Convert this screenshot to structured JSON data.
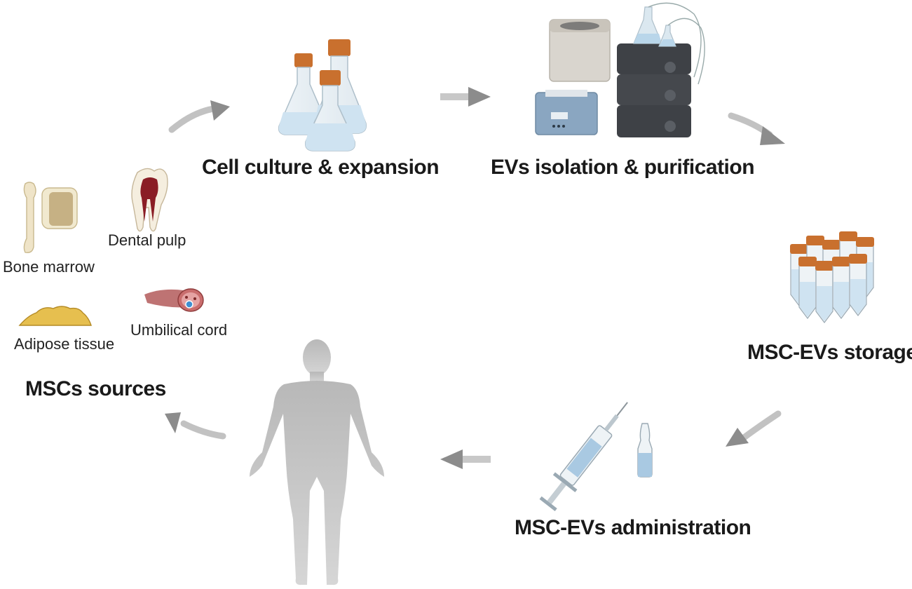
{
  "steps": {
    "sources": {
      "title": "MSCs sources"
    },
    "culture": {
      "title": "Cell culture & expansion"
    },
    "isolation": {
      "title": "EVs isolation & purification"
    },
    "storage": {
      "title": "MSC-EVs storage"
    },
    "administration": {
      "title": "MSC-EVs administration"
    }
  },
  "sources": [
    {
      "label": "Bone marrow",
      "icon": "bone-marrow-icon"
    },
    {
      "label": "Dental pulp",
      "icon": "tooth-icon"
    },
    {
      "label": "Adipose tissue",
      "icon": "adipose-tissue-icon"
    },
    {
      "label": "Umbilical cord",
      "icon": "umbilical-cord-icon"
    }
  ],
  "colors": {
    "arrow": "#8c8c8c",
    "cap": "#c9702e",
    "liquid": "#cfe3f1",
    "human": "#c4c4c4",
    "machine_dark": "#3e4146",
    "machine_light": "#d9d5ce"
  }
}
